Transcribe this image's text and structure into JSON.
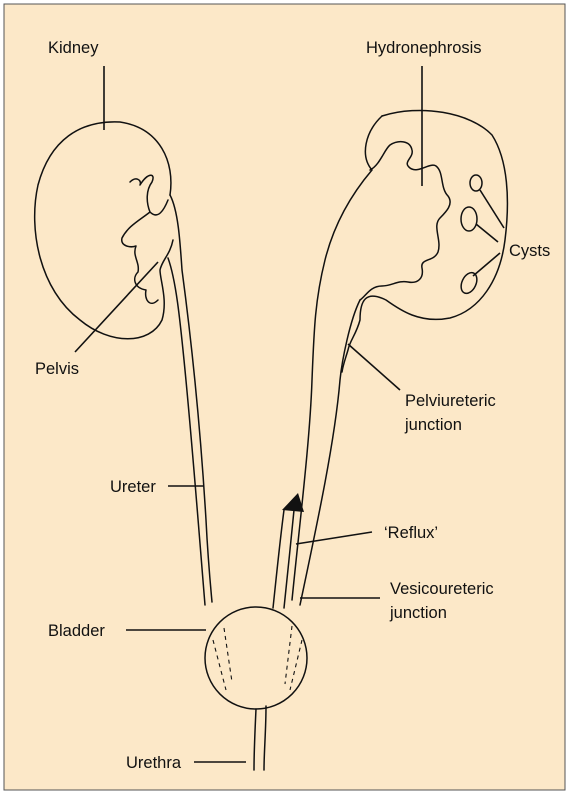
{
  "colors": {
    "background": "#FCE8C8",
    "ink": "#111111"
  },
  "labels": {
    "kidney": "Kidney",
    "hydronephrosis": "Hydronephrosis",
    "cysts": "Cysts",
    "pelvis": "Pelvis",
    "pelviureteric_line1": "Pelviureteric",
    "pelviureteric_line2": "junction",
    "ureter": "Ureter",
    "reflux": "‘Reflux’",
    "vesicoureteric_line1": "Vesicoureteric",
    "vesicoureteric_line2": "junction",
    "bladder": "Bladder",
    "urethra": "Urethra"
  }
}
